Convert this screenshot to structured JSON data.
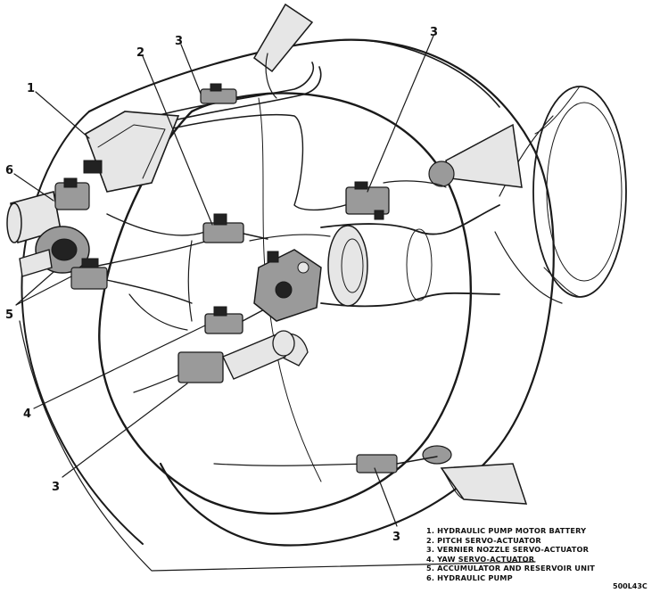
{
  "callouts": {
    "c1": "1",
    "c2": "2",
    "c3a": "3",
    "c3b": "3",
    "c3c": "3",
    "c3d": "3",
    "c4": "4",
    "c5": "5",
    "c6": "6"
  },
  "legend": [
    "1. HYDRAULIC PUMP MOTOR BATTERY",
    "2. PITCH SERVO-ACTUATOR",
    "3. VERNIER NOZZLE SERVO-ACTUATOR",
    "4. YAW SERVO-ACTUATOR",
    "5. ACCUMULATOR AND RESERVOIR UNIT",
    "6. HYDRAULIC PUMP"
  ],
  "figure_code": "500L43C"
}
